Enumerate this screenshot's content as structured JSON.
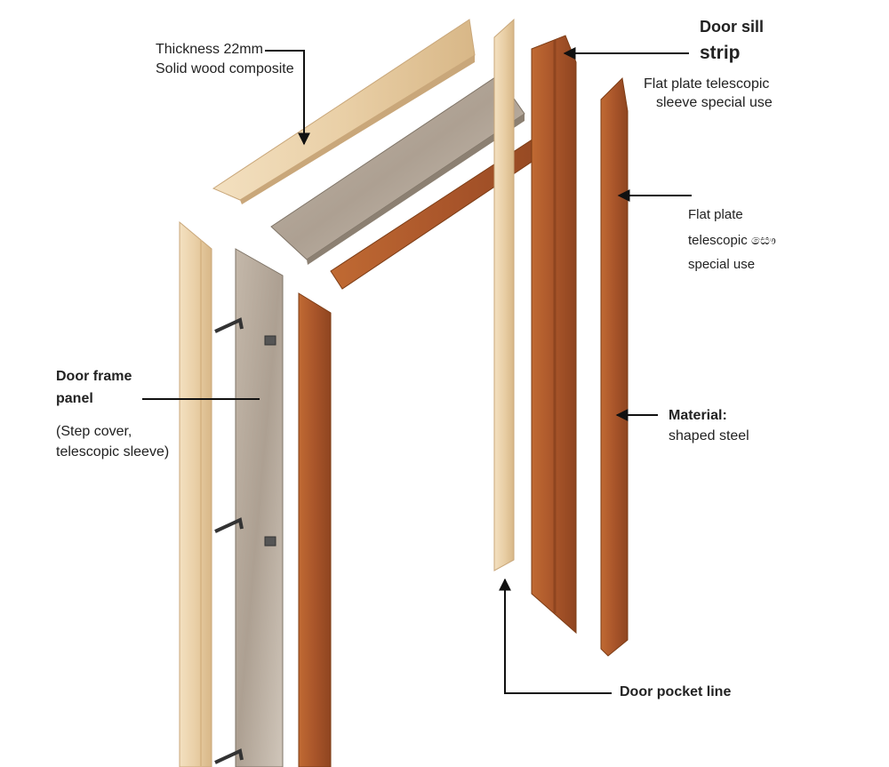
{
  "labels": {
    "thickness_line1": "Thickness 22mm",
    "thickness_line2": "Solid wood composite",
    "sill_line1": "Door sill",
    "sill_line2": "strip",
    "flat_plate_top_line1": "Flat plate telescopic",
    "flat_plate_top_line2": "sleeve special use",
    "flat_plate_mid_line1": "Flat plate",
    "flat_plate_mid_line2": "telescopic සෞ",
    "flat_plate_mid_line3": "special use",
    "frame_panel_line1": "Door frame",
    "frame_panel_line2": "panel",
    "frame_panel_line3": "(Step cover,",
    "frame_panel_line4": "telescopic sleeve)",
    "material_line1": "Material:",
    "material_line2": "shaped steel",
    "pocket_line": "Door pocket line"
  },
  "colors": {
    "light_wood": "#ecd3ad",
    "light_wood_edge": "#c9a77a",
    "dark_wood": "#b45f2b",
    "dark_wood_edge": "#7d3d16",
    "steel": "#b7aa9c",
    "steel_edge": "#7e7366",
    "bracket": "#555555",
    "leader_line": "#111111"
  }
}
